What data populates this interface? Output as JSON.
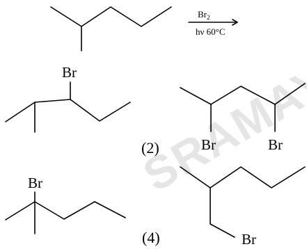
{
  "reaction": {
    "reagent_top": "Br",
    "reagent_top_sub": "2",
    "reagent_bottom": "hν 60°C"
  },
  "atoms": {
    "bromine": "Br"
  },
  "options": {
    "option_2_label": "(2)",
    "option_4_label": "(4)"
  },
  "watermark": {
    "text": "SRAMAY"
  },
  "colors": {
    "ink": "#000000",
    "background": "#ffffff",
    "watermark": "#d0d0d0"
  }
}
